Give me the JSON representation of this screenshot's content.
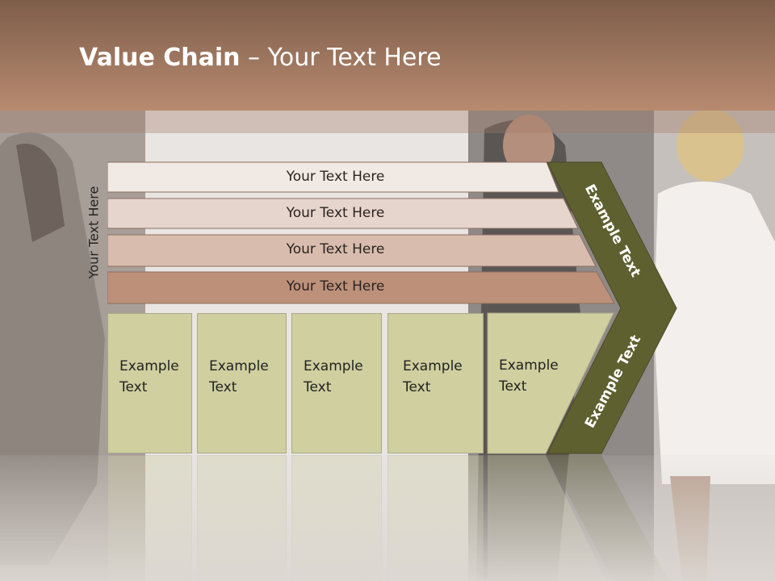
{
  "slide": {
    "title_bold": "Value Chain",
    "title_rest": " – Your Text Here",
    "vertical_label": "Your Text Here"
  },
  "bars": [
    {
      "label": "Your Text Here"
    },
    {
      "label": "Your Text Here"
    },
    {
      "label": "Your Text Here"
    },
    {
      "label": "Your Text Here"
    }
  ],
  "columns": [
    {
      "line1": "Example",
      "line2": "Text"
    },
    {
      "line1": "Example",
      "line2": "Text"
    },
    {
      "line1": "Example",
      "line2": "Text"
    },
    {
      "line1": "Example",
      "line2": "Text"
    },
    {
      "line1": "Example",
      "line2": "Text"
    }
  ],
  "chevron": {
    "upper_label": "Example Text",
    "lower_label": "Example Text"
  },
  "colors": {
    "header": "#9c735d",
    "bar1": "#f1e9e4",
    "bar2": "#e6d5cc",
    "bar3": "#d8bcae",
    "bar4": "#bd907a",
    "column": "#cfcf9f",
    "chevron": "#5f6030"
  }
}
